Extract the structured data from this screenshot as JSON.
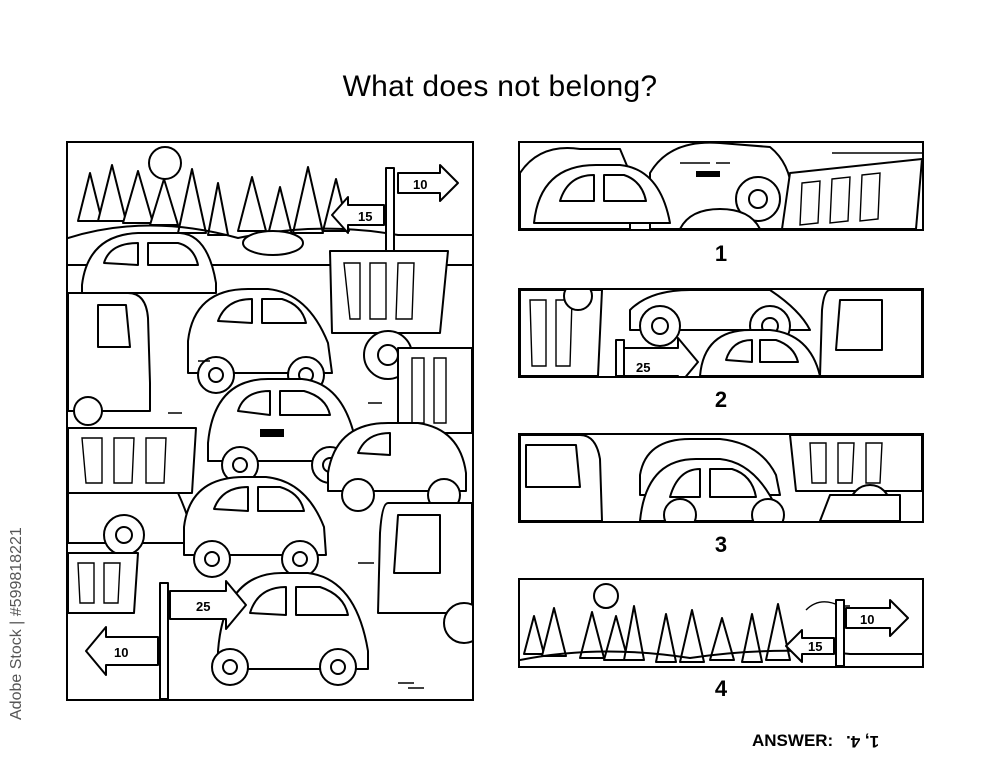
{
  "title": "What does not belong?",
  "scene": {
    "signs": {
      "top_right": "10",
      "top_left": "15",
      "bottom_right": "25",
      "bottom_left": "10"
    }
  },
  "strips": [
    {
      "number": "1"
    },
    {
      "number": "2",
      "sign": "25"
    },
    {
      "number": "3"
    },
    {
      "number": "4",
      "signs": [
        "10",
        "15"
      ]
    }
  ],
  "answer": {
    "label": "ANSWER:",
    "value": "1, 4."
  },
  "watermark": "Adobe Stock | #599818221",
  "colors": {
    "ink": "#000000",
    "paper": "#ffffff"
  }
}
